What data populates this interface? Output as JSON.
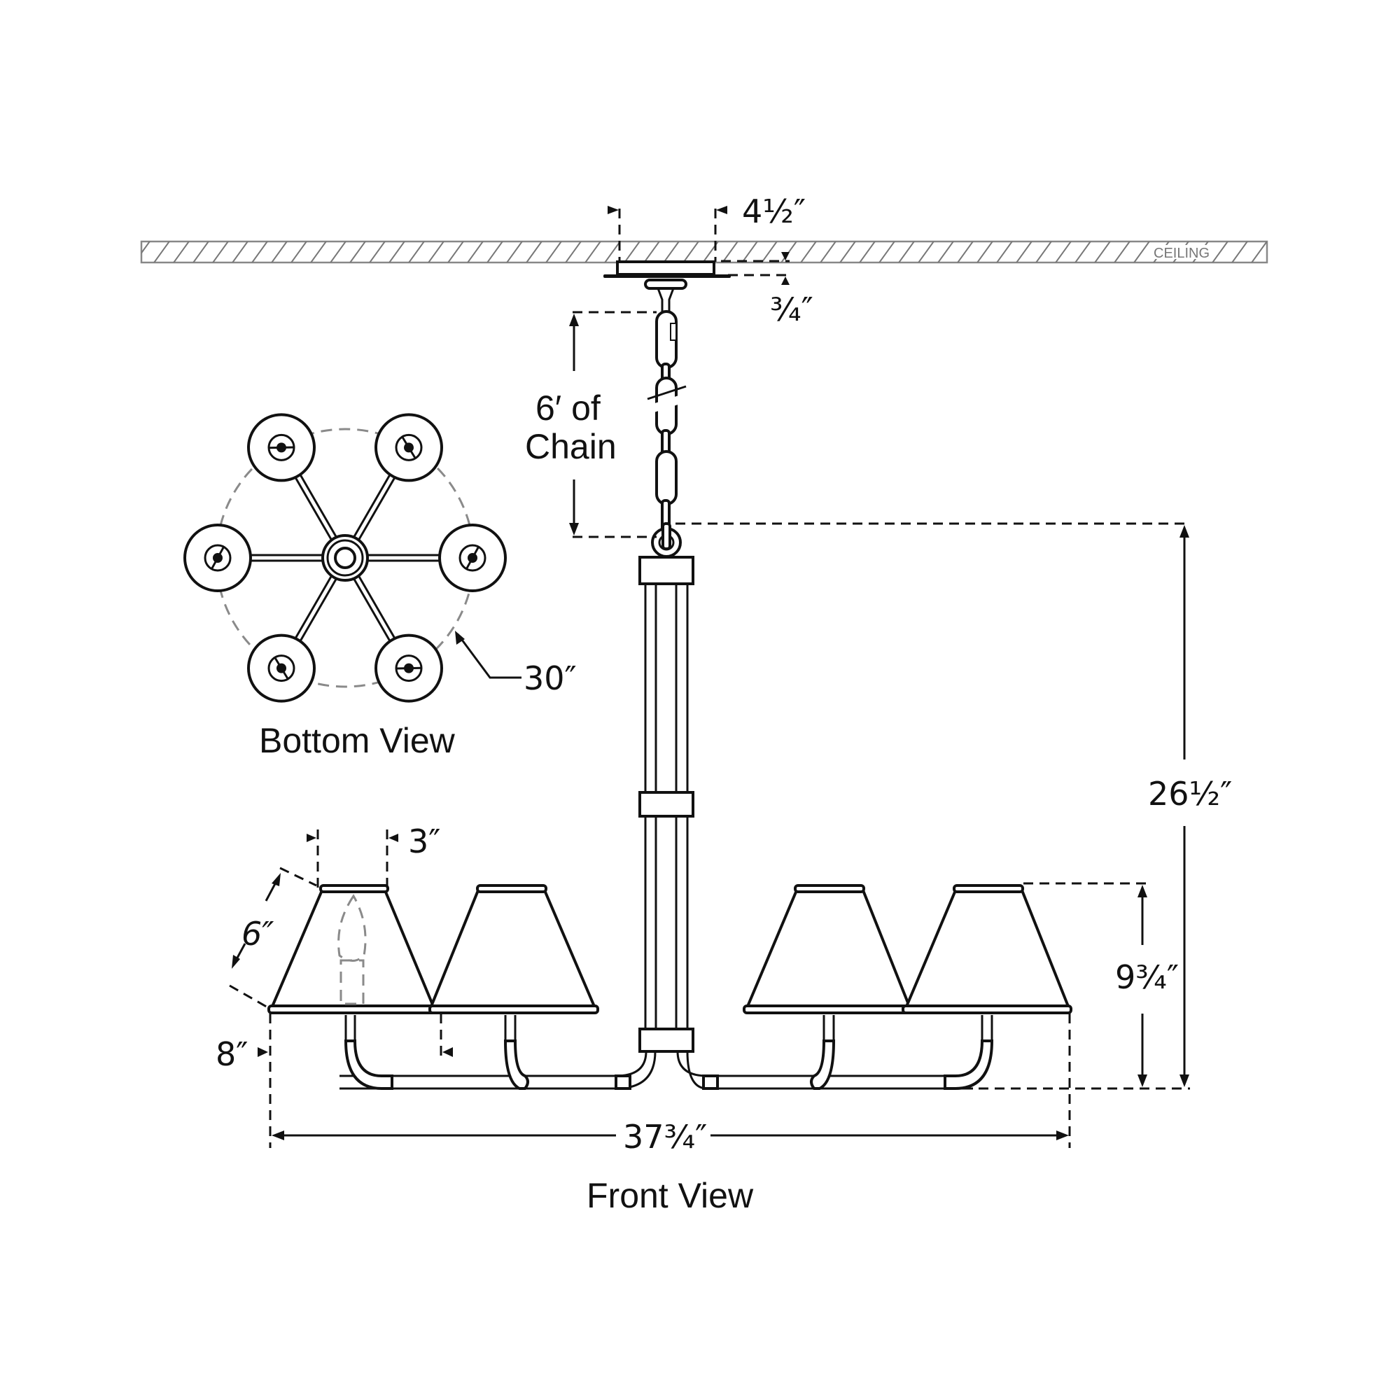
{
  "title": "Chandelier Dimension Drawing",
  "ceiling_label": "CEILING",
  "views": {
    "bottom": "Bottom View",
    "front": "Front View"
  },
  "dimensions": {
    "canopy_width": "4½″",
    "canopy_depth": "¾″",
    "chain_length": [
      "6′ of",
      "Chain"
    ],
    "bottom_diameter": "30″",
    "overall_height": "26½″",
    "shade_top": "3″",
    "shade_slant": "6″",
    "shade_bottom": "8″",
    "shade_to_arm_height": "9¾″",
    "overall_width": "37¾″"
  },
  "fixture": {
    "light_count": 6,
    "front_visible_shades": 4
  }
}
